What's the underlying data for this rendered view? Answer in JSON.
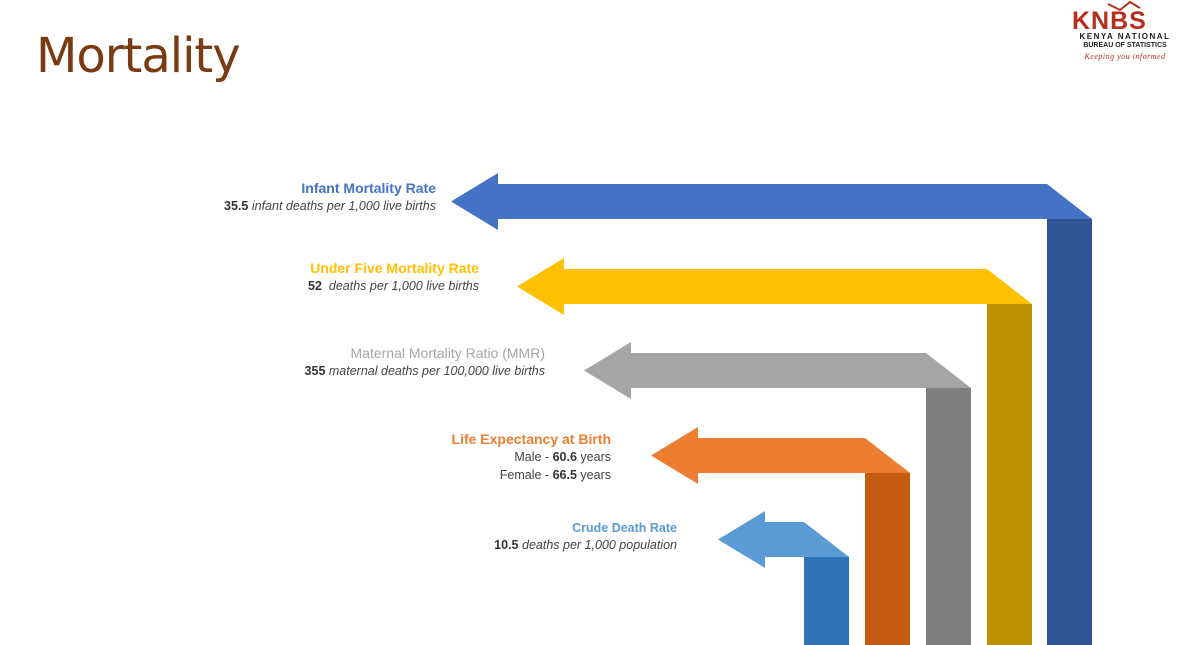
{
  "page": {
    "title": "Mortality"
  },
  "logo": {
    "name": "KNBS",
    "line1": "KENYA NATIONAL",
    "line2": "BUREAU OF STATISTICS",
    "tagline": "Keeping you informed",
    "color": "#b5301c"
  },
  "indicators": [
    {
      "title": "Infant Mortality Rate",
      "value": "35.5",
      "description": "infant deaths per 1,000 live births",
      "title_color": "#4472c4",
      "arrow_color": "#4472c4",
      "post_color": "#2f5597"
    },
    {
      "title": "Under Five Mortality Rate",
      "value": "52",
      "description": "deaths per 1,000 live births",
      "title_color": "#ffc000",
      "arrow_color": "#ffc000",
      "post_color": "#bf9000"
    },
    {
      "title": "Maternal Mortality  Ratio (MMR)",
      "value": "355",
      "description": "maternal deaths per 100,000 live births",
      "title_color": "#a5a5a5",
      "arrow_color": "#a5a5a5",
      "post_color": "#7f7f7f"
    },
    {
      "title": "Life Expectancy at Birth",
      "male_label": "Male -",
      "male_value": "60.6",
      "female_label": "Female -",
      "female_value": "66.5",
      "unit": "years",
      "title_color": "#ed7d31",
      "arrow_color": "#ed7d31",
      "post_color": "#c55a11"
    },
    {
      "title": "Crude Death Rate",
      "value": "10.5",
      "description": "deaths per 1,000 population",
      "title_color": "#5b9bd5",
      "arrow_color": "#5b9bd5",
      "post_color": "#2e75b6"
    }
  ]
}
